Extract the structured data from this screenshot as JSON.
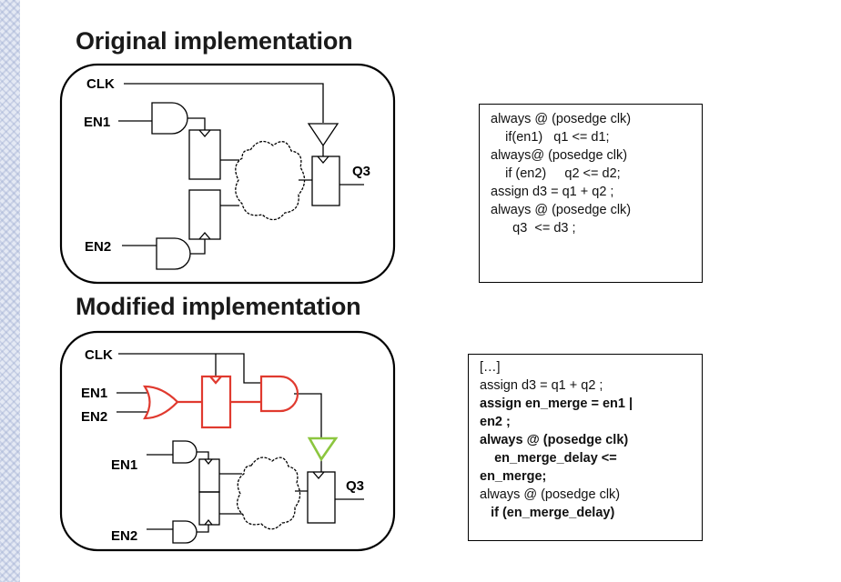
{
  "slide": {
    "accent_colors": {
      "modified_logic": "#e03a2f",
      "buffer": "#8cc63f"
    },
    "top": {
      "heading": "Original implementation",
      "labels": {
        "clk": "CLK",
        "en1": "EN1",
        "en2": "EN2",
        "q3": "Q3"
      },
      "code": [
        {
          "text": "always @ (posedge clk)",
          "bold": false
        },
        {
          "text": "    if(en1)   q1 <= d1;",
          "bold": false
        },
        {
          "text": "always@ (posedge clk)",
          "bold": false
        },
        {
          "text": "    if (en2)     q2 <= d2;",
          "bold": false
        },
        {
          "text": "assign d3 = q1 + q2 ;",
          "bold": false
        },
        {
          "text": "always @ (posedge clk)",
          "bold": false
        },
        {
          "text": "      q3  <= d3 ;",
          "bold": false
        }
      ]
    },
    "bottom": {
      "heading": "Modified implementation",
      "labels": {
        "clk": "CLK",
        "en1_top": "EN1",
        "en2_top": "EN2",
        "en1": "EN1",
        "en2": "EN2",
        "q3": "Q3"
      },
      "code": [
        {
          "text": "[…]",
          "bold": false
        },
        {
          "text": "assign d3 = q1 + q2 ;",
          "bold": false
        },
        {
          "text": "assign en_merge = en1 |",
          "bold": true
        },
        {
          "text": "en2 ;",
          "bold": true
        },
        {
          "text": "always @ (posedge clk)",
          "bold": true
        },
        {
          "text": "    en_merge_delay <=",
          "bold": true
        },
        {
          "text": "en_merge;",
          "bold": true
        },
        {
          "text": "always @ (posedge clk)",
          "bold": false
        },
        {
          "text": "   if (en_merge_delay)",
          "bold": true
        }
      ]
    }
  }
}
